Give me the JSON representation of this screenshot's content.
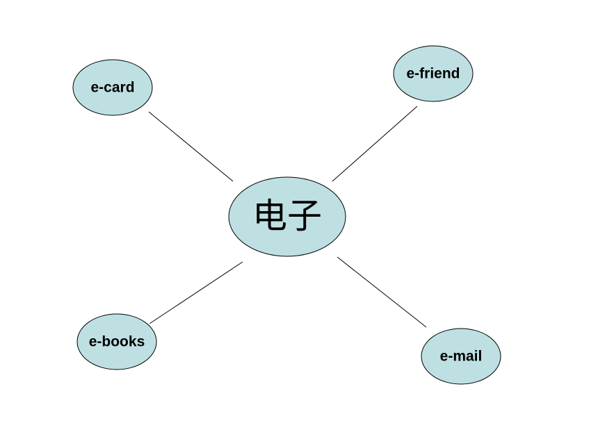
{
  "colors": {
    "node_fill": "#bfe0e2",
    "node_stroke": "#000000",
    "line": "#000000"
  },
  "center": {
    "label": "电子"
  },
  "nodes": {
    "card": "e-card",
    "friend": "e-friend",
    "books": "e-books",
    "mail": "e-mail"
  }
}
